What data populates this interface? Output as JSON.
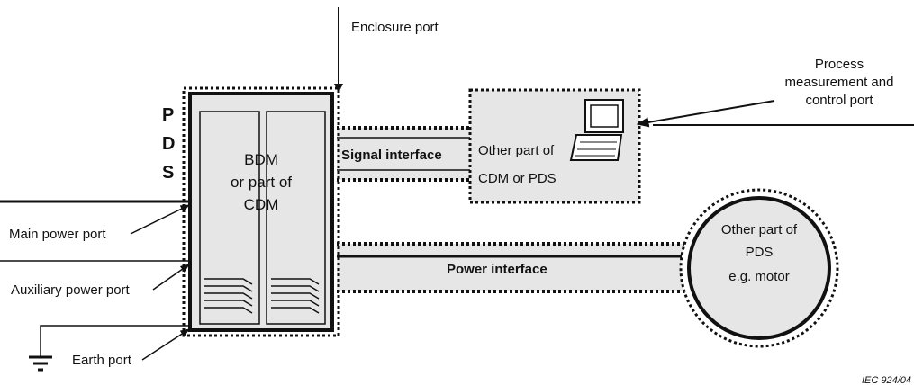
{
  "labels": {
    "enclosure_port": "Enclosure port",
    "process_port": [
      "Process",
      "measurement and",
      "control port"
    ],
    "pds_letters": [
      "P",
      "D",
      "S"
    ],
    "bdm_text": [
      "BDM",
      "or part of",
      "CDM"
    ],
    "signal_interface": "Signal  interface",
    "power_interface": "Power interface",
    "other_part_box": [
      "Other part  of",
      "CDM  or  PDS"
    ],
    "motor_text": [
      "Other part  of",
      "PDS",
      "e.g. motor"
    ],
    "main_power_port": "Main power port",
    "auxiliary_power_port": "Auxiliary power port",
    "earth_port": "Earth port",
    "figure_ref": "IEC   924/04"
  },
  "colors": {
    "fill": "#e6e6e6",
    "line": "#111111"
  }
}
